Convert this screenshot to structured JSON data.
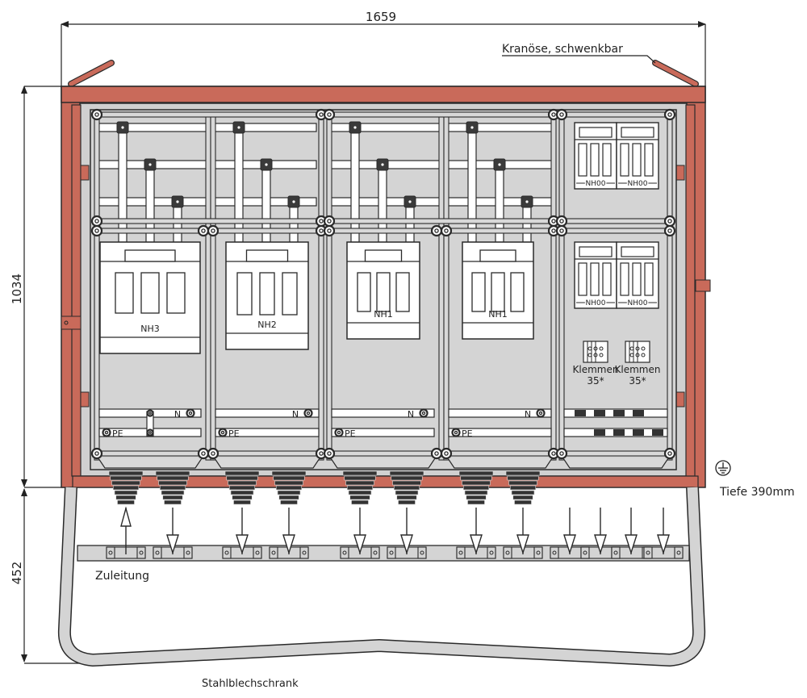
{
  "drawing": {
    "title": "Stahlblechschrank",
    "dimensions": {
      "width": "1659",
      "height": "1034",
      "base_height": "452",
      "depth": "Tiefe 390mm"
    },
    "annotations": {
      "crane_eye": "Kranöse, schwenkbar",
      "feed": "Zuleitung",
      "ground_symbol": "protective-earth"
    },
    "colors": {
      "frame": "#c96a5a",
      "panel": "#d4d4d4",
      "busbar": "#ffffff",
      "line": "#2a2a2a"
    },
    "fuse_units": [
      {
        "label": "NH3"
      },
      {
        "label": "NH2"
      },
      {
        "label": "NH1"
      },
      {
        "label": "NH1"
      }
    ],
    "small_fuses": [
      {
        "label": "NH00"
      },
      {
        "label": "NH00"
      },
      {
        "label": "NH00"
      },
      {
        "label": "NH00"
      }
    ],
    "terminals": [
      {
        "label": "Klemmen",
        "size": "35*"
      },
      {
        "label": "Klemmen",
        "size": "35*"
      }
    ],
    "rail_labels": {
      "neutral": "N",
      "pe": "PE"
    },
    "cable_directions": [
      "up",
      "down",
      "down",
      "down",
      "down",
      "down",
      "down",
      "down",
      "down",
      "down",
      "down",
      "down"
    ]
  }
}
